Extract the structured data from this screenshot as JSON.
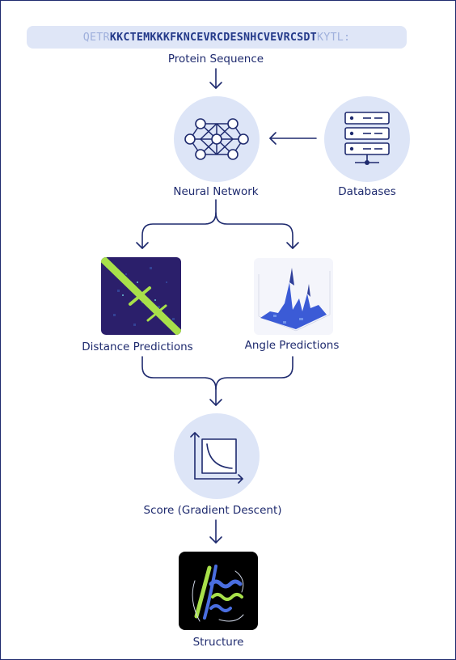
{
  "sequence": {
    "prefix": "QETR",
    "main": "KKCTEMKKKFKNCEVRCDESNHCVEVRCSDT",
    "suffix": "KYTL:"
  },
  "nodes": {
    "protein_sequence": "Protein Sequence",
    "neural_network": "Neural Network",
    "databases": "Databases",
    "distance_predictions": "Distance Predictions",
    "angle_predictions": "Angle Predictions",
    "score": "Score (Gradient Descent)",
    "structure": "Structure"
  },
  "colors": {
    "ink": "#1e2a6e",
    "circle_fill": "#dde5f7",
    "pill_fill": "#dfe6f7",
    "distance_bg": "#2b1f6b",
    "distance_accent": "#a8e04a",
    "structure_bg": "#000000"
  },
  "icons": {
    "neural_network": "network-graph-icon",
    "databases": "server-stack-icon",
    "score": "decay-curve-chart-icon"
  }
}
